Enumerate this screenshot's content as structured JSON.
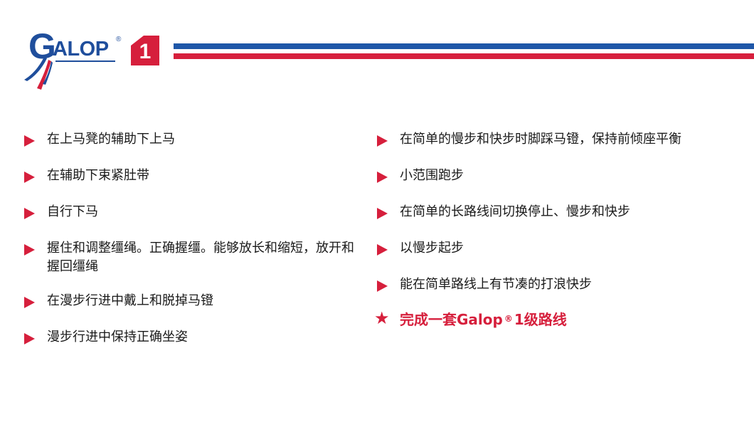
{
  "header": {
    "logo_g": "G",
    "logo_rest": "ALOP",
    "logo_reg": "®",
    "level": "1",
    "colors": {
      "blue": "#1f57a8",
      "red": "#d61f3c"
    }
  },
  "left_items": [
    "在上马凳的辅助下上马",
    "在辅助下束紧肚带",
    "自行下马",
    "握住和调整缰绳。正确握缰。能够放长和缩短，放开和握回缰绳",
    "在漫步行进中戴上和脱掉马镫",
    "漫步行进中保持正确坐姿"
  ],
  "right_items": [
    "在简单的慢步和快步时脚踩马镫，保持前倾座平衡",
    "小范围跑步",
    "在简单的长路线间切换停止、慢步和快步",
    "以慢步起步",
    "能在简单路线上有节凑的打浪快步"
  ],
  "goal": {
    "icon": "star-icon",
    "text_before": "完成一套Galop",
    "reg": "®",
    "text_after": "1级路线"
  }
}
